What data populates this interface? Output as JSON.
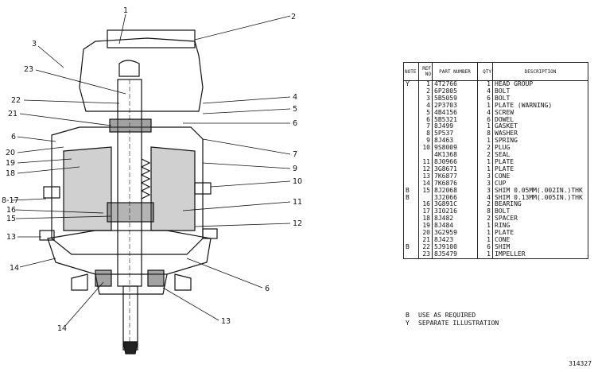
{
  "drawing": {
    "callouts": [
      "1",
      "2",
      "3",
      "23",
      "22",
      "21",
      "6",
      "20",
      "19",
      "18",
      "8-17",
      "16",
      "15",
      "13",
      "14",
      "14",
      "4",
      "5",
      "6",
      "7",
      "9",
      "10",
      "11",
      "12",
      "6",
      "13"
    ]
  },
  "table": {
    "headers": [
      "NOTE",
      "REF NO",
      "PART NUMBER",
      "QTY",
      "DESCRIPTION"
    ],
    "rows": [
      {
        "note": "Y",
        "ref": "1",
        "part": "4T2766",
        "qty": "1",
        "desc": "HEAD GROUP"
      },
      {
        "note": "",
        "ref": "2",
        "part": "6P2805",
        "qty": "4",
        "desc": "BOLT"
      },
      {
        "note": "",
        "ref": "3",
        "part": "5B5059",
        "qty": "6",
        "desc": "BOLT"
      },
      {
        "note": "",
        "ref": "4",
        "part": "2P3703",
        "qty": "1",
        "desc": "PLATE (WARNING)"
      },
      {
        "note": "",
        "ref": "5",
        "part": "4B4156",
        "qty": "4",
        "desc": "SCREW"
      },
      {
        "note": "",
        "ref": "6",
        "part": "5B5321",
        "qty": "6",
        "desc": "DOWEL"
      },
      {
        "note": "",
        "ref": "7",
        "part": "8J499",
        "qty": "1",
        "desc": "GASKET"
      },
      {
        "note": "",
        "ref": "8",
        "part": "5P537",
        "qty": "8",
        "desc": "WASHER"
      },
      {
        "note": "",
        "ref": "9",
        "part": "8J463",
        "qty": "1",
        "desc": "SPRING"
      },
      {
        "note": "",
        "ref": "10",
        "part": "9S8009",
        "qty": "2",
        "desc": "PLUG"
      },
      {
        "note": "",
        "ref": "",
        "part": "4K1368",
        "qty": "2",
        "desc": "SEAL"
      },
      {
        "note": "",
        "ref": "11",
        "part": "8J0966",
        "qty": "1",
        "desc": "PLATE"
      },
      {
        "note": "",
        "ref": "12",
        "part": "3G8671",
        "qty": "1",
        "desc": "PLATE"
      },
      {
        "note": "",
        "ref": "13",
        "part": "7K6877",
        "qty": "3",
        "desc": "CONE"
      },
      {
        "note": "",
        "ref": "14",
        "part": "7K6876",
        "qty": "3",
        "desc": "CUP"
      },
      {
        "note": "B",
        "ref": "15",
        "part": "8J2068",
        "qty": "3",
        "desc": "SHIM  0.05MM(.002IN.)THK"
      },
      {
        "note": "B",
        "ref": "",
        "part": "3J2066",
        "qty": "4",
        "desc": "SHIM  0.13MM(.005IN.)THK"
      },
      {
        "note": "",
        "ref": "16",
        "part": "3G891C",
        "qty": "2",
        "desc": "BEARING"
      },
      {
        "note": "",
        "ref": "17",
        "part": "3I0216",
        "qty": "8",
        "desc": "BOLT"
      },
      {
        "note": "",
        "ref": "18",
        "part": "8J482",
        "qty": "2",
        "desc": "SPACER"
      },
      {
        "note": "",
        "ref": "19",
        "part": "8J484",
        "qty": "1",
        "desc": "RING"
      },
      {
        "note": "",
        "ref": "20",
        "part": "3G2959",
        "qty": "1",
        "desc": "PLATE"
      },
      {
        "note": "",
        "ref": "21",
        "part": "8J423",
        "qty": "1",
        "desc": "CONE"
      },
      {
        "note": "B",
        "ref": "22",
        "part": "5J9100",
        "qty": "6",
        "desc": "SHIM"
      },
      {
        "note": "",
        "ref": "23",
        "part": "8J5479",
        "qty": "1",
        "desc": "IMPELLER"
      }
    ]
  },
  "notes": [
    {
      "key": "B",
      "text": "USE AS REQUIRED"
    },
    {
      "key": "Y",
      "text": "SEPARATE ILLUSTRATION"
    }
  ],
  "illustration_number": "314327"
}
